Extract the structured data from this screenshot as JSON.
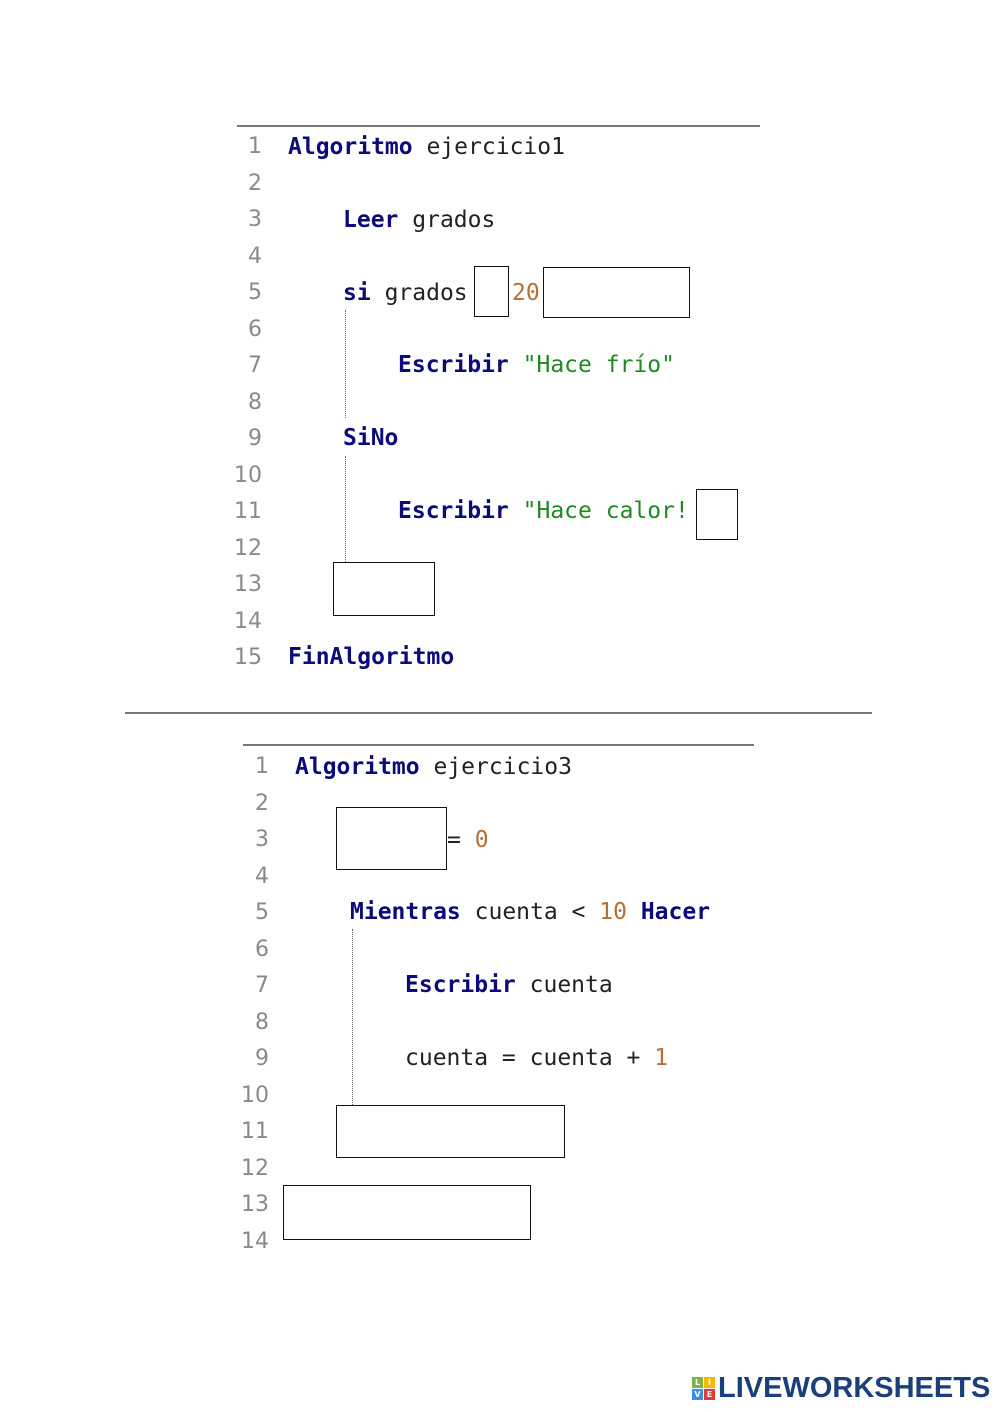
{
  "exercise1": {
    "line_numbers": [
      "1",
      "2",
      "3",
      "4",
      "5",
      "6",
      "7",
      "8",
      "9",
      "10",
      "11",
      "12",
      "13",
      "14",
      "15"
    ],
    "algoritmo_kw": "Algoritmo",
    "name": "ejercicio1",
    "leer_kw": "Leer",
    "leer_var": "grados",
    "si_kw": "si",
    "si_var": "grados",
    "si_num": "20",
    "escribir_kw": "Escribir",
    "str1": "\"Hace frío\"",
    "sino_kw": "SiNo",
    "str2": "\"Hace calor!",
    "fin_kw": "FinAlgoritmo"
  },
  "exercise3": {
    "line_numbers": [
      "1",
      "2",
      "3",
      "4",
      "5",
      "6",
      "7",
      "8",
      "9",
      "10",
      "11",
      "12",
      "13",
      "14"
    ],
    "algoritmo_kw": "Algoritmo",
    "name": "ejercicio3",
    "assign": "= ",
    "zero": "0",
    "mientras_kw": "Mientras",
    "cond": " cuenta < ",
    "ten": "10",
    "hacer_kw": " Hacer",
    "escribir_kw": "Escribir",
    "escribir_var": " cuenta",
    "incr": "cuenta = cuenta + ",
    "one": "1"
  },
  "logo": {
    "text": "LIVEWORKSHEETS",
    "tiles": [
      "L",
      "I",
      "V",
      "E"
    ]
  }
}
